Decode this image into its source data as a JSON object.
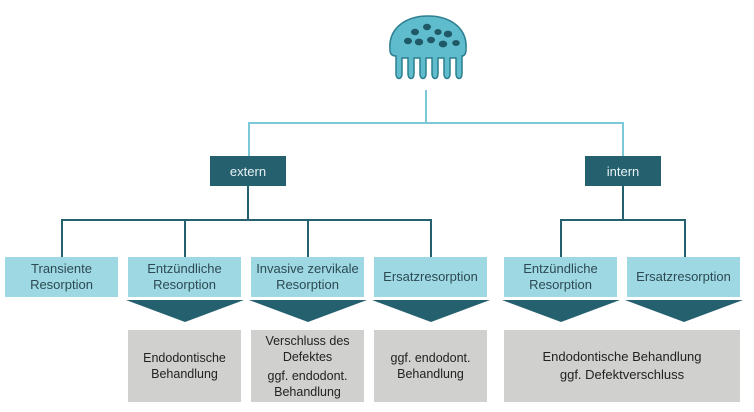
{
  "diagram": {
    "root_icon": "tooth-jellyfish-icon",
    "colors": {
      "connector_light": "#7cc8d6",
      "connector_dark": "#25606f",
      "category_fill": "#25606f",
      "type_fill": "#9dd8e3",
      "treatment_fill": "#d0d0ce"
    },
    "categories": [
      {
        "label": "extern",
        "types": [
          {
            "line1": "Transiente",
            "line2": "Resorption"
          },
          {
            "line1": "Entzündliche",
            "line2": "Resorption"
          },
          {
            "line1": "Invasive zervikale",
            "line2": "Resorption"
          },
          {
            "line1": "Ersatzresorption",
            "line2": ""
          }
        ],
        "treatments": [
          {
            "lines": [
              "Endodontische",
              "Behandlung"
            ]
          },
          {
            "lines": [
              "Verschluss des",
              "Defektes"
            ],
            "lines_b": [
              "ggf. endodont.",
              "Behandlung"
            ]
          },
          {
            "lines": [
              "ggf. endodont.",
              "Behandlung"
            ]
          }
        ]
      },
      {
        "label": "intern",
        "types": [
          {
            "line1": "Entzündliche",
            "line2": "Resorption"
          },
          {
            "line1": "Ersatzresorption",
            "line2": ""
          }
        ],
        "treatments": [
          {
            "lines": [
              "Endodontische Behandlung",
              "ggf. Defektverschluss"
            ]
          }
        ]
      }
    ]
  }
}
